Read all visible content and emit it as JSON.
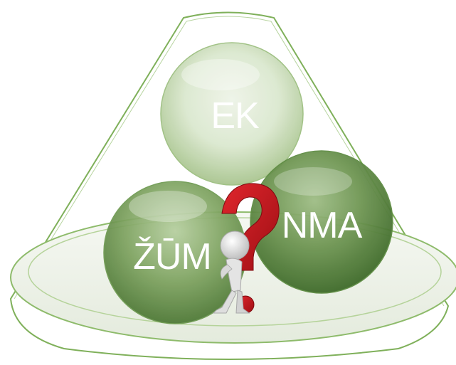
{
  "diagram": {
    "spheres": [
      {
        "id": "top",
        "label": "EK"
      },
      {
        "id": "right",
        "label": "NMA"
      },
      {
        "id": "left",
        "label": "ŽŪM"
      }
    ],
    "figure": {
      "icon": "thinking-person-question-mark-icon"
    },
    "colors": {
      "outline": "#7fb05a",
      "sphere_light": "#e2ecd8",
      "sphere_dark": "#3f6b2a",
      "question_mark": "#c8161d",
      "plate_fill": "#eef2ea"
    }
  }
}
